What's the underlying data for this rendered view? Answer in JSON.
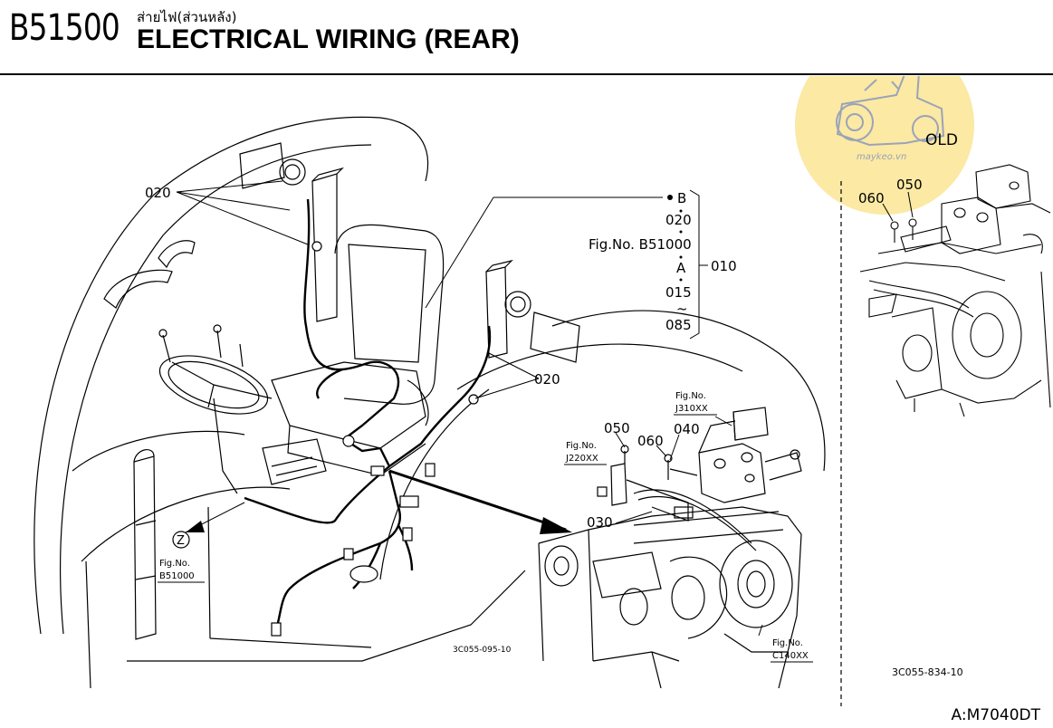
{
  "header": {
    "code": "B51500",
    "thai_title": "ส่ายไฟ(ส่วนหลัง)",
    "title": "ELECTRICAL WIRING (REAR)"
  },
  "watermark": {
    "text": "OLD",
    "site": "maykeo.vn",
    "color": "#fbe9a4"
  },
  "main_view": {
    "callouts": {
      "c020_top": "020",
      "c020_mid": "020",
      "c010": "010",
      "c030": "030",
      "c040": "040",
      "c050": "050",
      "c060": "060"
    },
    "bracket_list": [
      "B",
      "020",
      "Fig.No. B51000",
      "A",
      "015",
      "~",
      "085"
    ],
    "z_marker": "Z",
    "fig_refs": {
      "z_ref": [
        "Fig.No.",
        "B51000"
      ],
      "j220": [
        "Fig.No.",
        "J220XX"
      ],
      "j310": [
        "Fig.No.",
        "J310XX"
      ],
      "c140": [
        "Fig.No.",
        "C140XX"
      ]
    },
    "drawing_id": "3C055-095-10"
  },
  "old_view": {
    "callouts": {
      "c050": "050",
      "c060": "060"
    },
    "drawing_id": "3C055-834-10"
  },
  "footer": {
    "model": "A:M7040DT"
  }
}
